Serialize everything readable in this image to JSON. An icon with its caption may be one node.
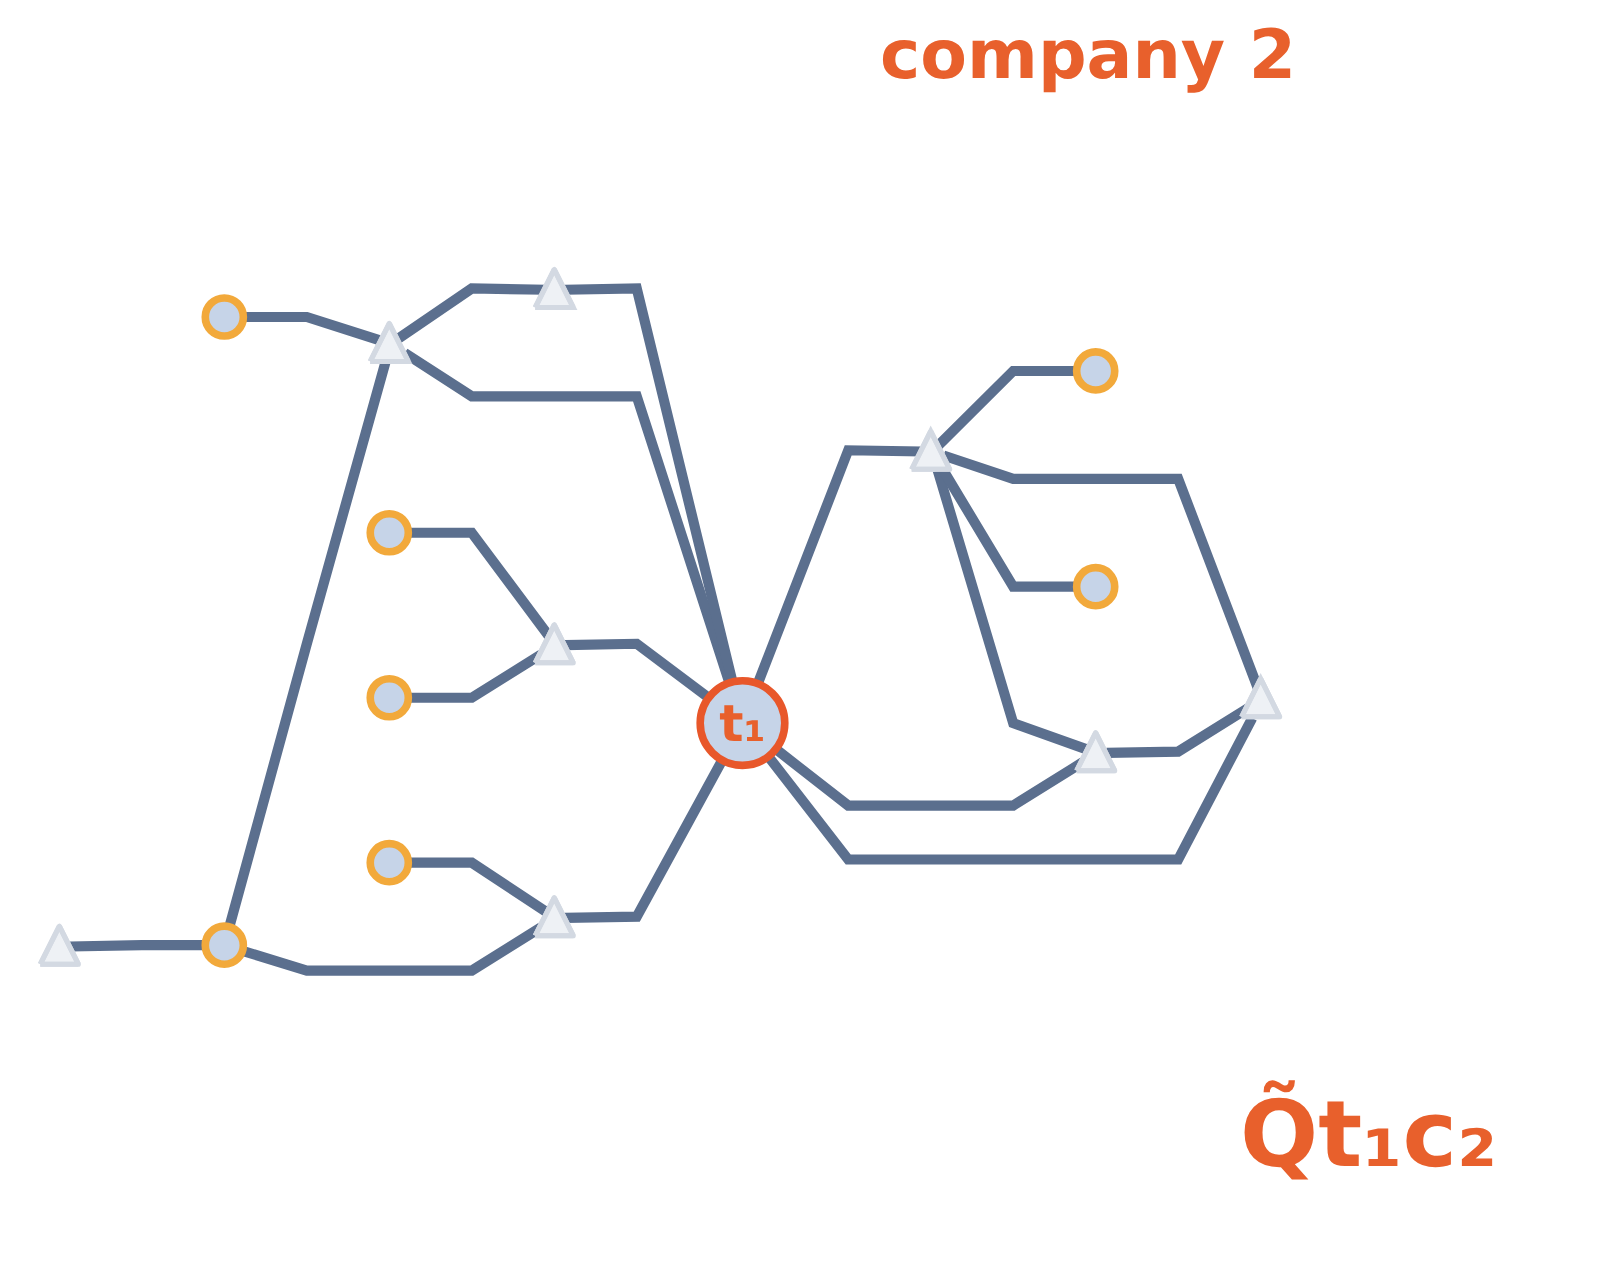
{
  "diagram": {
    "nodes": [
      {
        "text": [],
        "shape": "circle"
      },
      {
        "text": [],
        "shape": "circle"
      },
      {
        "text": [],
        "shape": "triangle"
      },
      {
        "text": [],
        "shape": "circle"
      },
      {
        "text": [],
        "shape": "triangle"
      },
      {
        "text": [],
        "shape": "circle"
      },
      {
        "text": [],
        "shape": "triangle"
      },
      {
        "text": [],
        "shape": "circle"
      },
      {
        "text": [],
        "shape": "triangle"
      },
      {
        "text": [
          "t₁"
        ]
      },
      {
        "text": [],
        "shape": "triangle"
      },
      {
        "text": [],
        "shape": "circle"
      },
      {
        "text": [],
        "shape": "triangle"
      },
      {
        "text": [],
        "shape": "triangle"
      },
      {
        "text": [],
        "shape": "circle"
      },
      {
        "text": [],
        "shape": "triangle"
      }
    ],
    "edges": [
      {
        "from": 2,
        "to": 5,
        "arrow": "none"
      },
      {
        "from": 5,
        "to": 6,
        "arrow": "none"
      },
      {
        "from": 0,
        "to": 6,
        "arrow": "none"
      },
      {
        "from": 6,
        "to": 9,
        "arrow": "none"
      },
      {
        "from": 1,
        "to": 4,
        "arrow": "none"
      },
      {
        "from": 3,
        "to": 4,
        "arrow": "none"
      },
      {
        "from": 4,
        "to": 9,
        "arrow": "none"
      },
      {
        "from": 5,
        "to": 8,
        "arrow": "none"
      },
      {
        "from": 8,
        "to": 9,
        "arrow": "none"
      },
      {
        "from": 9,
        "to": 10,
        "arrow": "none"
      },
      {
        "from": 10,
        "to": 7,
        "arrow": "none"
      },
      {
        "from": 11,
        "to": 8,
        "arrow": "none"
      },
      {
        "from": 8,
        "to": 13,
        "arrow": "none"
      },
      {
        "from": 13,
        "to": 9,
        "arrow": "none"
      },
      {
        "from": 9,
        "to": 12,
        "arrow": "none"
      },
      {
        "from": 10,
        "to": 12,
        "arrow": "none"
      },
      {
        "from": 9,
        "to": 15,
        "arrow": "none"
      },
      {
        "from": 12,
        "to": 15,
        "arrow": "none"
      },
      {
        "from": 10,
        "to": 15,
        "arrow": "none"
      },
      {
        "from": 10,
        "to": 14,
        "arrow": "none"
      }
    ],
    "labels": [
      "company 2",
      "Q̃t₁c₂"
    ]
  }
}
